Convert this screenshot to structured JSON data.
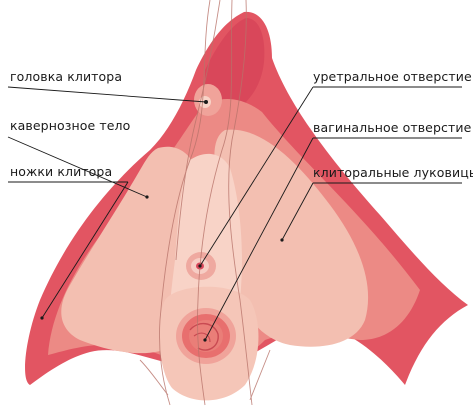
{
  "labels": {
    "glans": "головка клитора",
    "body": "кавернозное тело",
    "crura": "ножки клитора",
    "urethral": "уретральное отверстие",
    "vaginal": "вагинальное отверстие",
    "bulbs": "клиторальные луковицы"
  },
  "colors": {
    "outer": "#e25562",
    "outer_dark": "#d23e4f",
    "mid": "#ec8a85",
    "bulb": "#f3bfb1",
    "bulb_light": "#f8d3c7",
    "inner": "#f5c6b8",
    "vessel": "#b8736a",
    "leader": "#1a1a1a"
  }
}
